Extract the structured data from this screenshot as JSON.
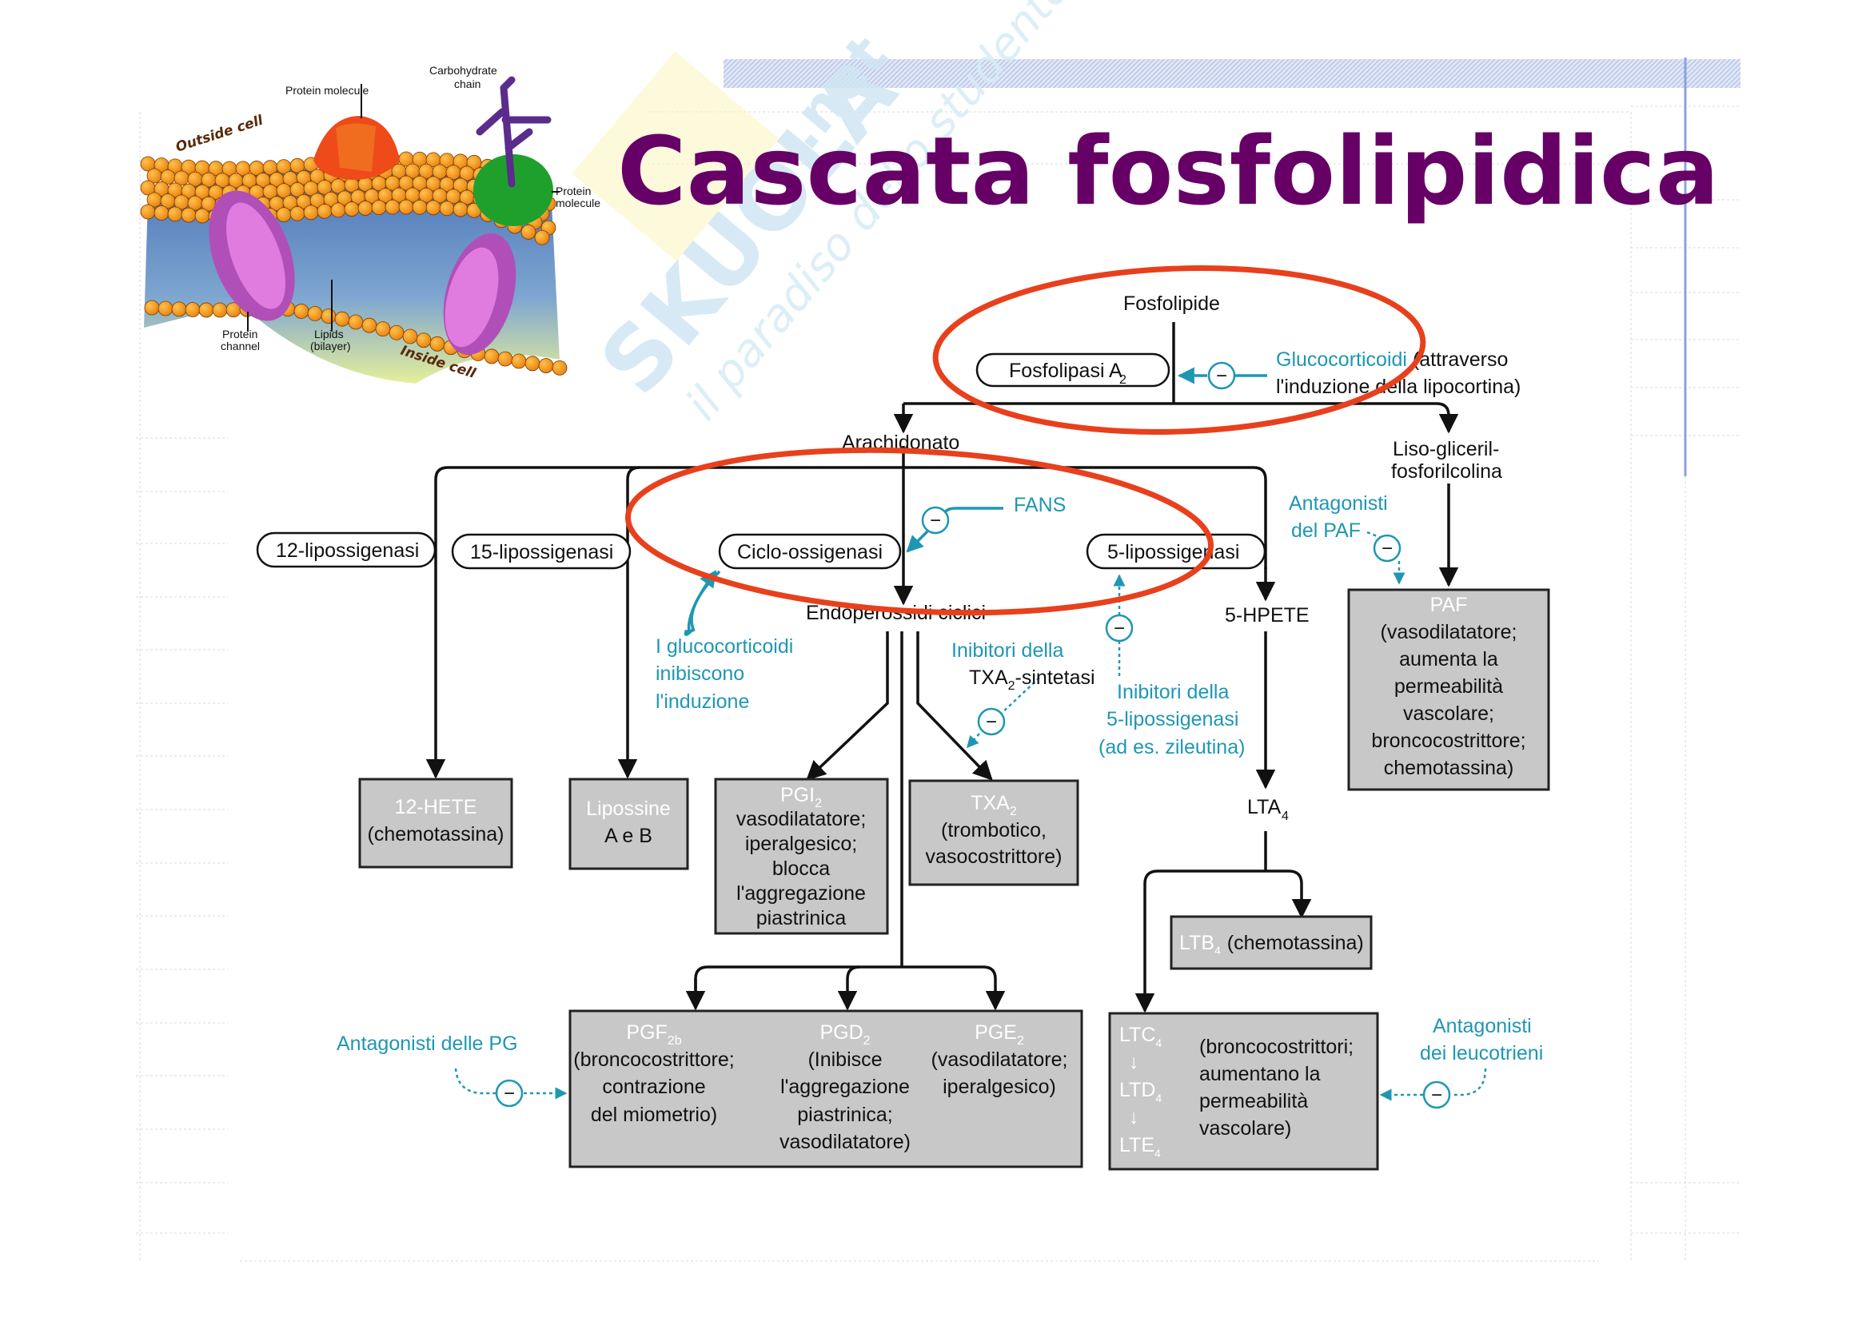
{
  "slide": {
    "title": "Cascata fosfolipidica",
    "colors": {
      "title": "#660066",
      "inhibitor": "#1f97b3",
      "highlight_ellipse": "#e8401c",
      "product_box": "#c8c8c8",
      "accent_rule": "#8ea0dd"
    }
  },
  "membrane_figure": {
    "labels": {
      "outside": "Outside cell",
      "inside": "Inside cell",
      "protein_top": "Protein molecule",
      "carbohydrate_1": "Carbohydrate",
      "carbohydrate_2": "chain",
      "protein_right_1": "Protein",
      "protein_right_2": "molecule",
      "channel_1": "Protein",
      "channel_2": "channel",
      "lipids_1": "Lipids",
      "lipids_2": "(bilayer)"
    }
  },
  "watermark": {
    "brand": "SKUOLA",
    "suffix": ".net",
    "tagline": "il paradiso dello studente"
  },
  "diagram": {
    "fosfolipide": "Fosfolipide",
    "fosfolipasi": {
      "main": "Fosfolipasi A",
      "sub": "2"
    },
    "glucocorticoidi": {
      "colored": "Glucocorticoidi",
      "rest1": " (attraverso",
      "line2": "l'induzione della lipocortina)"
    },
    "arachidonato": "Arachidonato",
    "liso": [
      "Liso-gliceril-",
      "fosforilcolina"
    ],
    "enzymes": {
      "lox12": "12-lipossigenasi",
      "lox15": "15-lipossigenasi",
      "cox": "Ciclo-ossigenasi",
      "lox5": "5-lipossigenasi"
    },
    "fans": "FANS",
    "antagonisti_paf": [
      "Antagonisti",
      "del PAF"
    ],
    "gluco_induzione": [
      "I glucocorticoidi",
      "inibiscono",
      "l'induzione"
    ],
    "endoperossidi": "Endoperossidi ciclici",
    "inibitori_txa": {
      "line1": "Inibitori della",
      "line2_main": "TXA",
      "line2_sub": "2",
      "line2_rest": "-sintetasi"
    },
    "inibitori_5lox": [
      "Inibitori della",
      "5-lipossigenasi",
      "(ad es. zileutina)"
    ],
    "hpete": "5-HPETE",
    "lta4": {
      "main": "LTA",
      "sub": "4"
    },
    "paf_box": {
      "name": "PAF",
      "lines": [
        "(vasodilatatore;",
        "aumenta la",
        "permeabilità",
        "vascolare;",
        "broncocostrittore;",
        "chemotassina)"
      ]
    },
    "hete_box": {
      "name": "12-HETE",
      "lines": [
        "(chemotassina)"
      ]
    },
    "lipossine_box": {
      "name": "Lipossine",
      "lines": [
        "A e B"
      ]
    },
    "pgi2_box": {
      "name": "PGI",
      "sub": "2",
      "lines": [
        "vasodilatatore;",
        "iperalgesico;",
        "blocca",
        "l'aggregazione",
        "piastrinica"
      ]
    },
    "txa2_box": {
      "name": "TXA",
      "sub": "2",
      "lines": [
        "(trombotico,",
        "vasocostrittore)"
      ]
    },
    "ltb4_box": {
      "name": "LTB",
      "sub": "4",
      "text": "(chemotassina)"
    },
    "pg_box": {
      "pgf": {
        "name": "PGF",
        "sub": "2b",
        "lines": [
          "(broncocostrittore;",
          "contrazione",
          "del miometrio)"
        ]
      },
      "pgd": {
        "name": "PGD",
        "sub": "2",
        "lines": [
          "(Inibisce",
          "l'aggregazione",
          "piastrinica;",
          "vasodilatatore)"
        ]
      },
      "pge": {
        "name": "PGE",
        "sub": "2",
        "lines": [
          "(vasodilatatore;",
          "iperalgesico)"
        ]
      }
    },
    "lt_box": {
      "chain": [
        {
          "name": "LTC",
          "sub": "4"
        },
        {
          "name": "LTD",
          "sub": "4"
        },
        {
          "name": "LTE",
          "sub": "4"
        }
      ],
      "lines": [
        "(broncocostrittori;",
        "aumentano la",
        "permeabilità",
        "vascolare)"
      ]
    },
    "antagonisti_pg": "Antagonisti delle PG",
    "antagonisti_leuco": [
      "Antagonisti",
      "dei leucotrieni"
    ],
    "inhibit_symbol": "−"
  }
}
